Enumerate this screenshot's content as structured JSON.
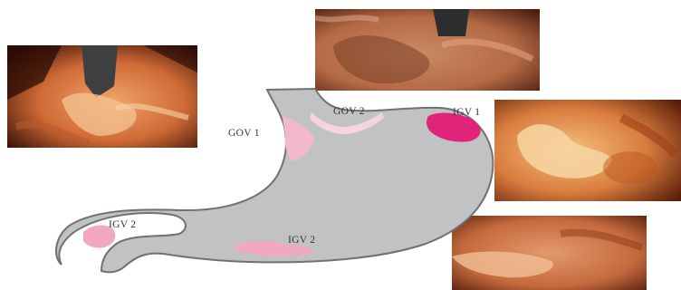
{
  "labels": {
    "gov1": "GOV 1",
    "gov2": "GOV 2",
    "igv1": "IGV 1",
    "igv2_fundus": "IGV 2",
    "igv2_body": "IGV 2"
  },
  "colors": {
    "stomach_fill": "#c0c2c3",
    "stomach_outline": "#6f7173",
    "gov1_lesion": "#f3b8cc",
    "gov2_lesion": "#f7d3df",
    "igv1_lesion": "#e0247a",
    "igv2_lesion": "#f0a7bf",
    "mucosa": "#d4703f"
  }
}
